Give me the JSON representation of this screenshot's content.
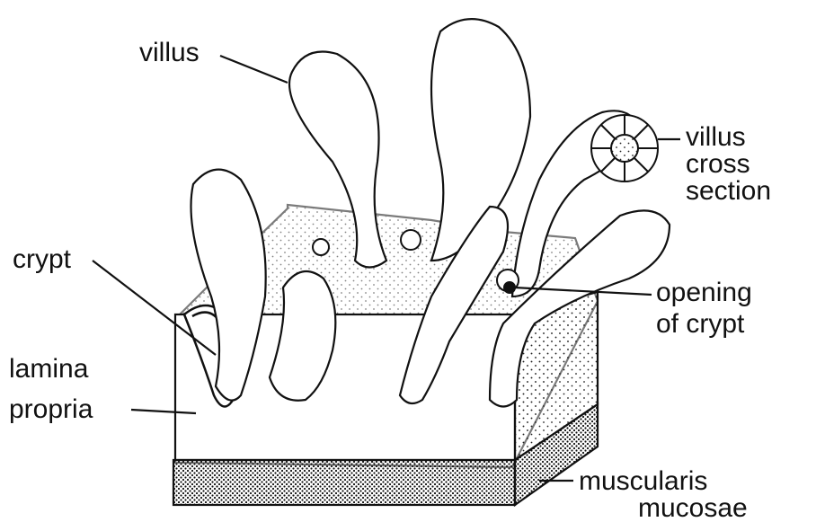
{
  "labels": {
    "villus": "villus",
    "villus_cross_section": [
      "villus",
      "cross",
      "section"
    ],
    "crypt": "crypt",
    "opening_of_crypt": [
      "opening",
      "of crypt"
    ],
    "lamina_propria": [
      "lamina",
      "propria"
    ],
    "muscularis_mucosae": [
      "muscularis",
      "mucosae"
    ]
  },
  "colors": {
    "ink": "#111111",
    "background": "#ffffff"
  }
}
